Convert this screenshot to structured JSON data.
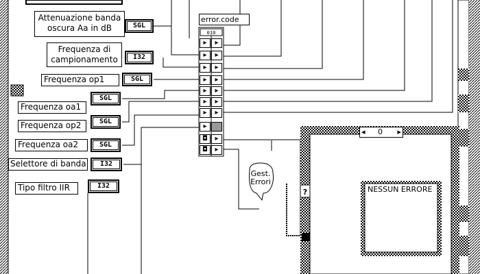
{
  "labels": {
    "attenuazione": "Attenuazione banda oscura Aa in dB",
    "frequenza_campionamento": "Frequenza di campionamento",
    "frequenza_op1": "Frequenza  op1",
    "frequenza_oa1": "Frequenza  oa1",
    "frequenza_op2": "Frequenza  op2",
    "frequenza_oa2": "Frequenza  oa2",
    "selettore_banda": "Selettore di banda",
    "tipo_filtro": "Tipo filtro IIR",
    "error_code": "error.code",
    "gest_errori": "Gest. Errori",
    "nessun_errore": "NESSUN ERRORE"
  },
  "terminals": {
    "attenuazione": "SGL",
    "campionamento": "I32",
    "op1": "SGL",
    "oa1": "SGL",
    "op2": "SGL",
    "oa2": "SGL",
    "selettore": "I32",
    "tipo": "I32"
  },
  "case_selector": {
    "value": "0"
  }
}
